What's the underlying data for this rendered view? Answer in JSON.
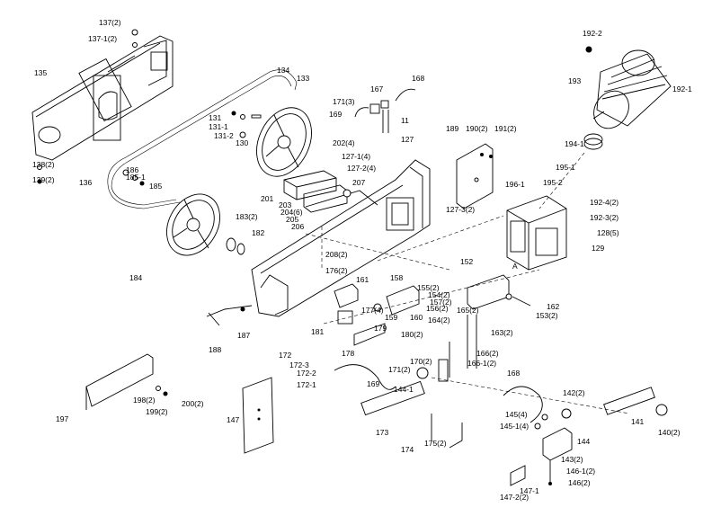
{
  "diagram": {
    "labels": [
      "137(2)",
      "137-1(2)",
      "135",
      "136",
      "138(2)",
      "139(2)",
      "134",
      "133",
      "131",
      "131-1",
      "131-2",
      "130",
      "186",
      "185-1",
      "185",
      "184",
      "183(2)",
      "182",
      "188",
      "187",
      "171(3)",
      "167",
      "168",
      "169",
      "11",
      "202(4)",
      "127-1(4)",
      "127-2(4)",
      "127",
      "189",
      "190(2)",
      "191(2)",
      "192-2",
      "193",
      "192-1",
      "194-1",
      "195-1",
      "195-2",
      "196-1",
      "192-4(2)",
      "192-3(2)",
      "128(5)",
      "129",
      "127-3(2)",
      "201",
      "203",
      "204(6)",
      "205",
      "206",
      "207",
      "208(2)",
      "176(2)",
      "161",
      "158",
      "152",
      "A",
      "155(2)",
      "154(2)",
      "156(2)",
      "157(2)",
      "153(2)",
      "162",
      "177(4)",
      "159",
      "160",
      "164(2)",
      "165(2)",
      "163(2)",
      "181",
      "179",
      "180(2)",
      "172",
      "172-3",
      "172-2",
      "172-1",
      "178",
      "170(2)",
      "171(2)",
      "166(2)",
      "166-1(2)",
      "169",
      "144-1",
      "168",
      "142(2)",
      "145(4)",
      "145-1(4)",
      "144",
      "143(2)",
      "146-1(2)",
      "146(2)",
      "141",
      "140(2)",
      "147-1",
      "147-2(2)",
      "147",
      "173",
      "174",
      "175(2)",
      "197",
      "198(2)",
      "199(2)",
      "200(2)"
    ]
  }
}
